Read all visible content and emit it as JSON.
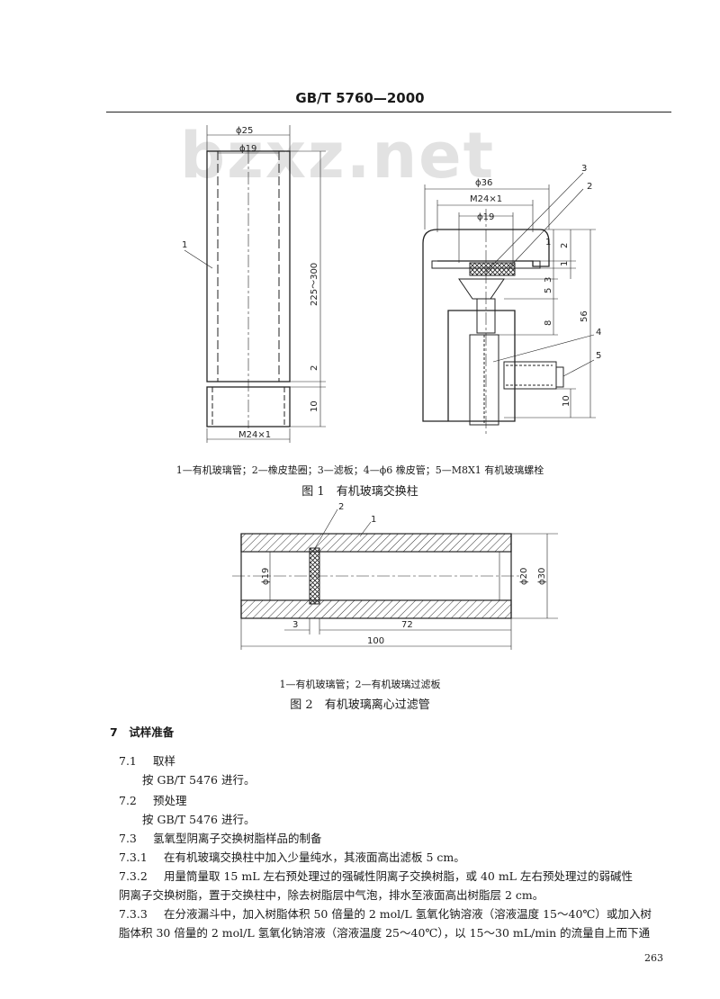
{
  "header": {
    "code": "GB/T 5760—2000"
  },
  "watermark": {
    "text": "bzxz.net"
  },
  "figure1": {
    "left_labels": {
      "outer_dia": "ϕ25",
      "inner_dia": "ϕ19",
      "length": "225～300",
      "gap": "2",
      "thread_len": "10",
      "thread": "M24×1",
      "callout": "1"
    },
    "right_labels": {
      "outer_dia": "ϕ36",
      "thread": "M24×1",
      "inner_dia": "ϕ19",
      "d1": "2",
      "d2": "1",
      "d3": "3",
      "d4": "5",
      "d5": "8",
      "d6": "56",
      "d7": "10",
      "c1": "1",
      "c2": "2",
      "c3": "3",
      "c4": "4",
      "c5": "5"
    },
    "legend": "1—有机玻璃管；2—橡皮垫圈；3—滤板；4—ϕ6 橡皮管；5—M8X1 有机玻璃螺栓",
    "title": "图 1　有机玻璃交换柱"
  },
  "figure2": {
    "labels": {
      "callout1": "1",
      "callout2": "2",
      "inner_left": "ϕ19",
      "inner_right": "ϕ20",
      "outer": "ϕ30",
      "dim_a": "3",
      "dim_b": "72",
      "dim_total": "100"
    },
    "legend": "1—有机玻璃管；2—有机玻璃过滤板",
    "title": "图 2　有机玻璃离心过滤管"
  },
  "section": {
    "heading": "7　试样准备",
    "s71": {
      "num": "7.1",
      "title": "取样",
      "text": "按 GB/T 5476 进行。"
    },
    "s72": {
      "num": "7.2",
      "title": "预处理",
      "text": "按 GB/T 5476 进行。"
    },
    "s73": {
      "num": "7.3",
      "title": "氢氧型阴离子交换树脂样品的制备"
    },
    "s731": {
      "num": "7.3.1",
      "text": "在有机玻璃交换柱中加入少量纯水，其液面高出滤板 5 cm。"
    },
    "s732": {
      "num": "7.3.2",
      "line1": "用量筒量取 15 mL 左右预处理过的强碱性阴离子交换树脂，或 40 mL 左右预处理过的弱碱性",
      "line2": "阴离子交换树脂，置于交换柱中，除去树脂层中气泡，排水至液面高出树脂层 2 cm。"
    },
    "s733": {
      "num": "7.3.3",
      "line1": "在分液漏斗中，加入树脂体积 50 倍量的 2 mol/L 氢氧化钠溶液（溶液温度 15～40℃）或加入树",
      "line2": "脂体积 30 倍量的 2 mol/L 氢氧化钠溶液（溶液温度 25～40℃），以 15～30 mL/min 的流量自上而下通"
    }
  },
  "page_number": "263"
}
